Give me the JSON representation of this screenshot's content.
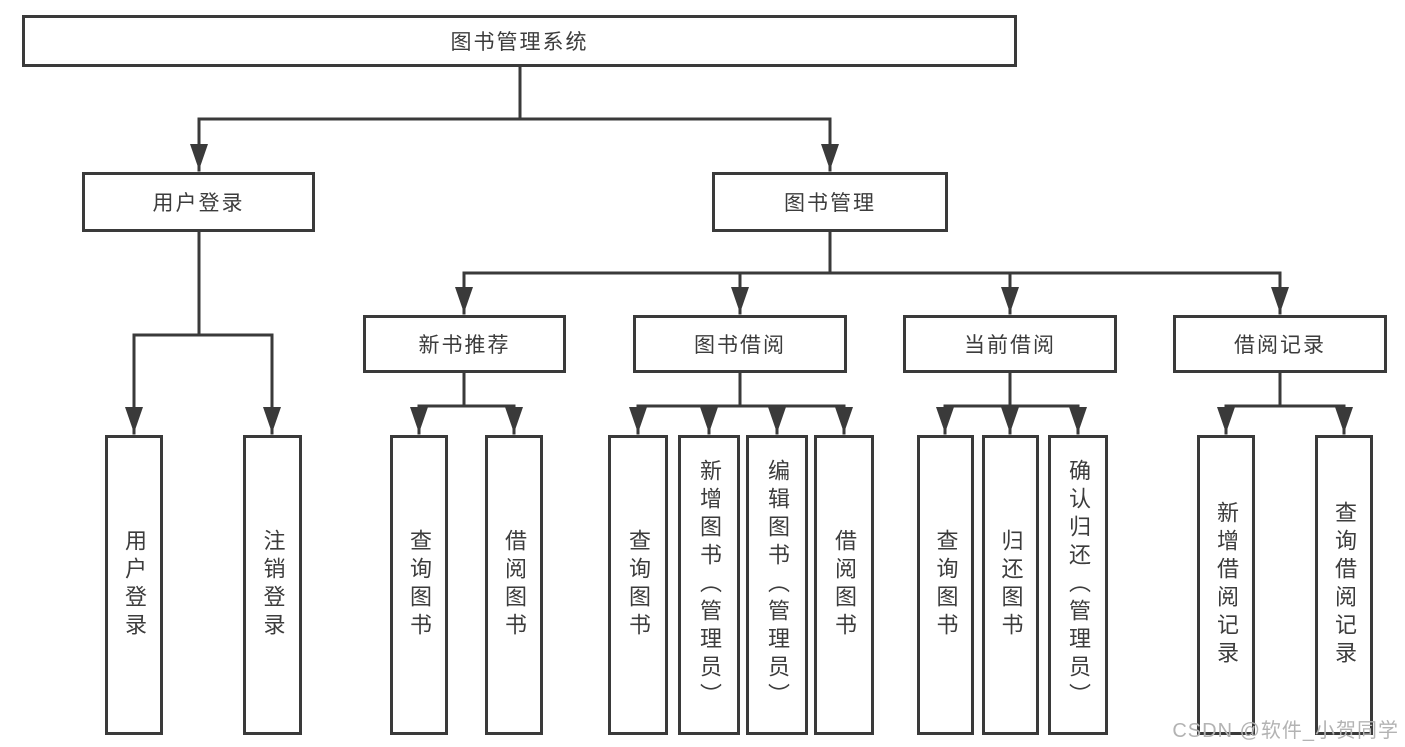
{
  "diagram": {
    "type": "hierarchy-tree",
    "colors": {
      "line": "#3a3a3a",
      "text": "#3c3c3c",
      "background": "#ffffff",
      "watermark": "#b3b3b3"
    },
    "tree": {
      "root": {
        "label": "图书管理系统"
      },
      "branches": [
        {
          "label": "用户登录",
          "children": [
            {
              "label": "用户登录"
            },
            {
              "label": "注销登录"
            }
          ]
        },
        {
          "label": "图书管理",
          "children": [
            {
              "label": "新书推荐",
              "children": [
                {
                  "label": "查询图书"
                },
                {
                  "label": "借阅图书"
                }
              ]
            },
            {
              "label": "图书借阅",
              "children": [
                {
                  "label": "查询图书"
                },
                {
                  "label": "新增图书（管理员）"
                },
                {
                  "label": "编辑图书（管理员）"
                },
                {
                  "label": "借阅图书"
                }
              ]
            },
            {
              "label": "当前借阅",
              "children": [
                {
                  "label": "查询图书"
                },
                {
                  "label": "归还图书"
                },
                {
                  "label": "确认归还（管理员）"
                }
              ]
            },
            {
              "label": "借阅记录",
              "children": [
                {
                  "label": "新增借阅记录"
                },
                {
                  "label": "查询借阅记录"
                }
              ]
            }
          ]
        }
      ]
    },
    "watermark": "CSDN @软件_小贺同学"
  }
}
